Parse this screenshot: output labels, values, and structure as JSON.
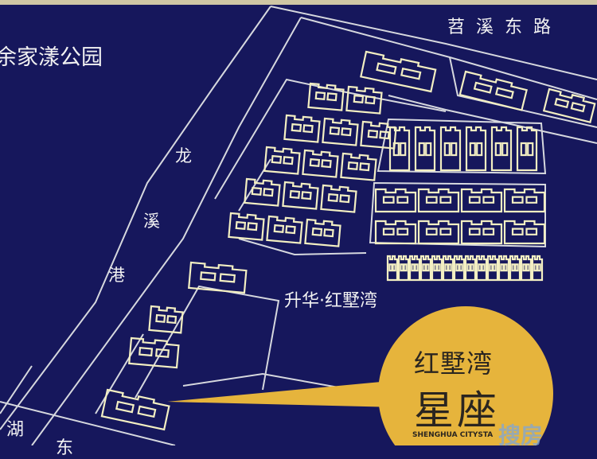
{
  "labels": {
    "park": "余家漾公园",
    "road_north": "苕溪东路",
    "river": [
      "龙",
      "溪",
      "港"
    ],
    "project": "升华·红墅湾",
    "road_south": [
      "湖",
      "东"
    ]
  },
  "callout": {
    "title": "红墅湾",
    "subtitle": "星座",
    "english": "SHENGHUA CITYSTA"
  },
  "watermark": "搜房",
  "colors": {
    "background": "#16175c",
    "road_line": "#d6d8de",
    "building_outline": "#f3efc2",
    "callout_gold": "#e6b43c"
  }
}
